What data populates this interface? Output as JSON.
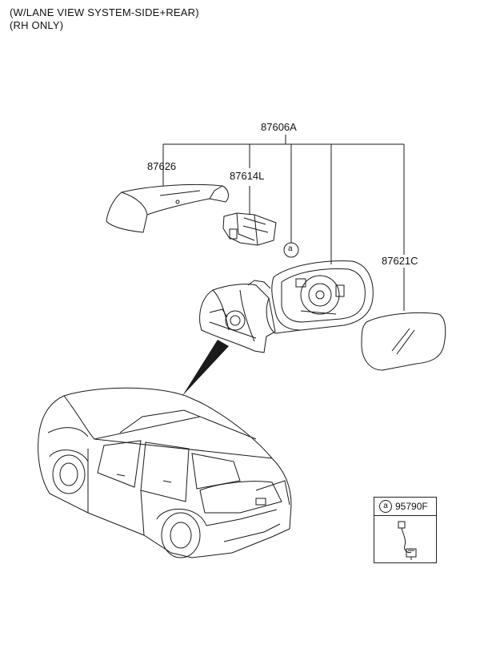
{
  "notes": [
    "(W/LANE VIEW SYSTEM-SIDE+REAR)",
    "(RH ONLY)"
  ],
  "callouts": {
    "assembly": "87606A",
    "cover": "87626",
    "lamp": "87614L",
    "glass": "87621C"
  },
  "marker_letter": "a",
  "inset": {
    "letter": "a",
    "part_number": "95790F"
  }
}
